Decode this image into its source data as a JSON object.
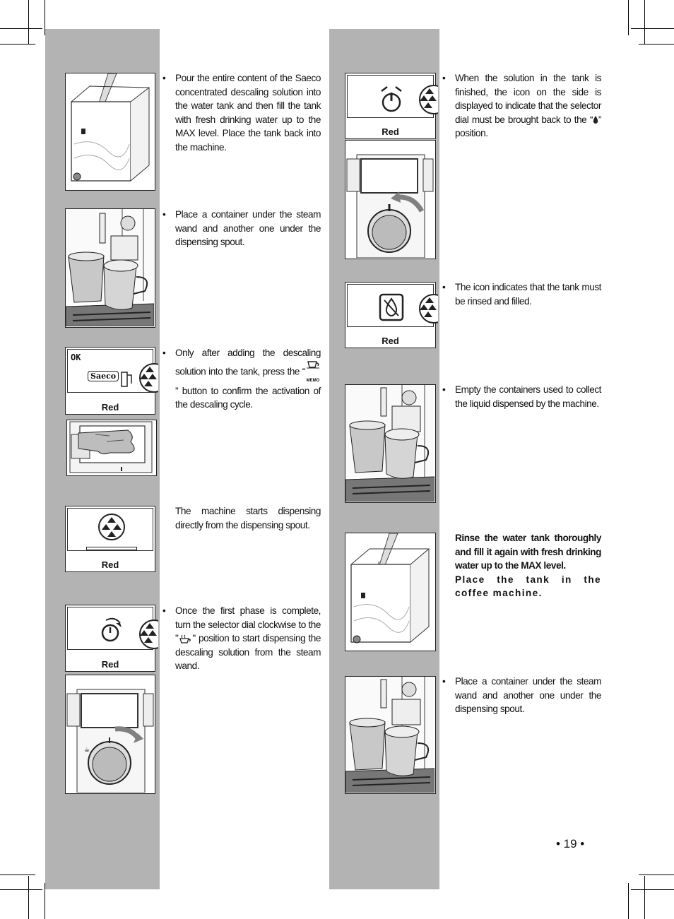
{
  "steps_left": [
    {
      "bullet": "•",
      "text": "Pour the entire content of the Saeco concentrated descaling solution into the water tank and then fill the tank with fresh drinking water up to the MAX level. Place the tank back into the machine."
    },
    {
      "bullet": "•",
      "text": "Place a container under the steam wand and another one under the dispensing spout."
    },
    {
      "bullet": "•",
      "text_before": "Only after adding the descaling solution into the tank, press the “",
      "text_after": "” button to confirm the activation of the descaling cycle."
    },
    {
      "bullet": "",
      "text": "The machine starts dispensing directly from the dispensing spout."
    },
    {
      "bullet": "•",
      "text_before": "Once the first phase is complete, turn the selector dial clockwise to the \"",
      "text_after": "\" position to start dispensing the descaling solution from the steam wand."
    }
  ],
  "steps_right": [
    {
      "bullet": "•",
      "text_before": "When the solution in the tank is finished, the icon on the side is displayed to indicate that the selector dial must be brought back to the “",
      "text_after": "” position."
    },
    {
      "bullet": "•",
      "text": "The icon indicates that the tank must be rinsed and filled."
    },
    {
      "bullet": "•",
      "text": "Empty the containers used to collect the liquid dispensed by the machine."
    },
    {
      "bullet": "",
      "text_line1": "Rinse the water tank thoroughly and fill it again with fresh drinking water up to the MAX level.",
      "text_line2": "Place the tank in the coffee machine."
    },
    {
      "bullet": "•",
      "text": "Place a container under the steam wand and another one under the dispensing spout."
    }
  ],
  "display_caption": "Red",
  "display_ok": "OK",
  "saeco_logo": "Saeco",
  "memo_label": "MEMO",
  "page_number": "• 19 •",
  "colors": {
    "band": "#b3b3b3",
    "arrow": "#808080"
  },
  "icons": [
    "water-jug-icon",
    "cup-memo-icon",
    "steam-icon",
    "descale-progress-icon",
    "water-drop-icon",
    "rotate-arrow-icon"
  ]
}
